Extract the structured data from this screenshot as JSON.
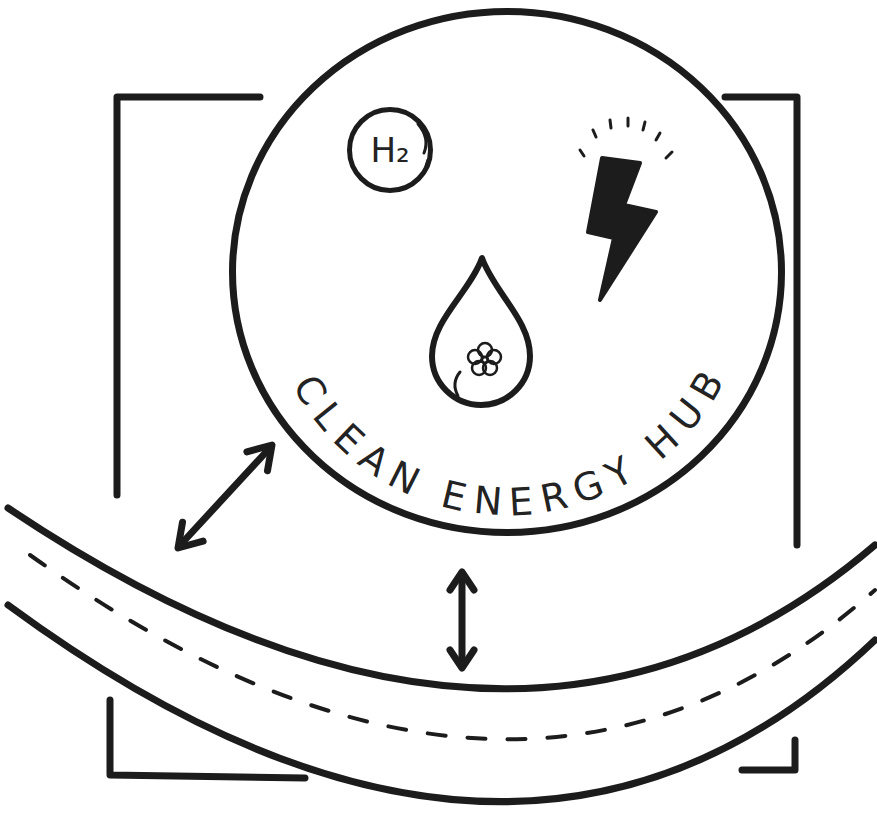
{
  "diagram": {
    "nodes": [
      {
        "text": [
          "CLEAN ENERGY HUB"
        ]
      },
      {
        "text": [
          "H₂"
        ],
        "in": 0
      }
    ]
  }
}
